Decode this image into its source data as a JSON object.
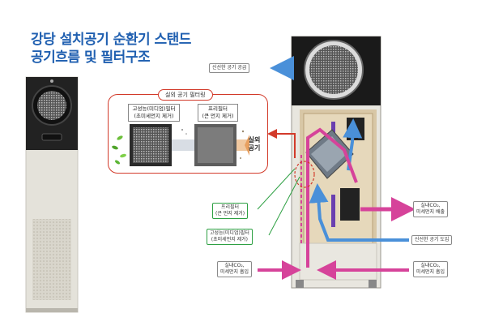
{
  "title": {
    "line1": "강당 설치공기 순환기 스탠드",
    "line2": "공기흐름 및 필터구조"
  },
  "filter_panel": {
    "title": "실외 공기 필터링",
    "high_filter_line1": "고성능(미디엄)필터",
    "high_filter_line2": "(초미세먼지 제거)",
    "pre_filter_line1": "프리필터",
    "pre_filter_line2": "(큰 먼지 제거)",
    "outdoor_air_1": "실외",
    "outdoor_air_2": "공기"
  },
  "labels": {
    "fresh_supply": "신선한 공기 공급",
    "pre_filter_1": "프리필터",
    "pre_filter_2": "(큰 먼지 제거)",
    "high_filter_1": "고성능(미디엄)필터",
    "high_filter_2": "(초미세먼지 제거)",
    "indoor_intake_1": "실내CO₂,",
    "indoor_intake_2": "미세먼지 흡입",
    "indoor_exhaust_1": "실내CO₂,",
    "indoor_exhaust_2": "미세먼지 배출",
    "fresh_intake": "신선한 공기 도입",
    "indoor_intake_r_1": "실내CO₂,",
    "indoor_intake_r_2": "미세먼지 흡입"
  },
  "colors": {
    "title": "#1f5fb0",
    "fresh_arrow": "#4a90d9",
    "indoor_arrow": "#d6439a",
    "outdoor_arrow": "#d23a2a",
    "green_leader": "#2ea043"
  }
}
